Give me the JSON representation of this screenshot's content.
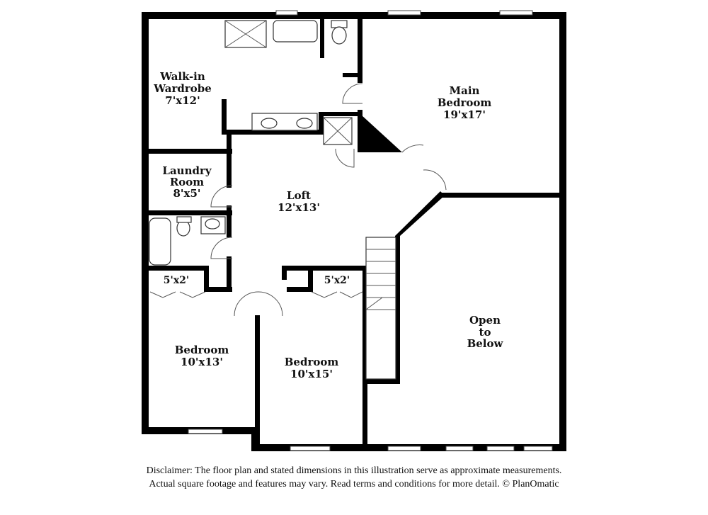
{
  "rooms": {
    "walkin": {
      "name_line1": "Walk-in",
      "name_line2": "Wardrobe",
      "dims": "7'x12'"
    },
    "main_bedroom": {
      "name_line1": "Main",
      "name_line2": "Bedroom",
      "dims": "19'x17'"
    },
    "laundry": {
      "name_line1": "Laundry",
      "name_line2": "Room",
      "dims": "8'x5'"
    },
    "loft": {
      "name": "Loft",
      "dims": "12'x13'"
    },
    "open_below": {
      "line1": "Open",
      "line2": "to",
      "line3": "Below"
    },
    "bedroom_left": {
      "name": "Bedroom",
      "dims": "10'x13'"
    },
    "bedroom_middle": {
      "name": "Bedroom",
      "dims": "10'x15'"
    },
    "closet_left": {
      "dims": "5'x2'"
    },
    "closet_right": {
      "dims": "5'x2'"
    }
  },
  "disclaimer": {
    "line1": "Disclaimer: The floor plan and stated dimensions in this illustration serve as approximate measurements.",
    "line2": "Actual square footage and features may vary. Read terms and conditions for more detail. © PlanOmatic"
  }
}
